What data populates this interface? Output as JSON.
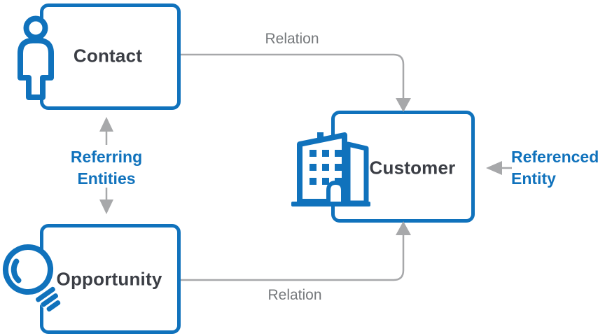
{
  "colors": {
    "accent": "#1072BC",
    "line_gray": "#A7A8AA",
    "text_gray": "#75787B",
    "text_dark": "#3B3E45",
    "box_fill": "#FFFFFF"
  },
  "nodes": {
    "contact": {
      "label": "Contact",
      "icon": "person-icon"
    },
    "opportunity": {
      "label": "Opportunity",
      "icon": "lightbulb-icon"
    },
    "customer": {
      "label": "Customer",
      "icon": "building-icon"
    }
  },
  "edges": {
    "contact_to_customer": {
      "label": "Relation",
      "from": "Contact",
      "to": "Customer"
    },
    "opportunity_to_customer": {
      "label": "Relation",
      "from": "Opportunity",
      "to": "Customer"
    }
  },
  "annotations": {
    "referring": {
      "label": "Referring Entities",
      "points_to": [
        "Contact",
        "Opportunity"
      ]
    },
    "referenced": {
      "label": "Referenced Entity",
      "points_to": [
        "Customer"
      ]
    }
  }
}
